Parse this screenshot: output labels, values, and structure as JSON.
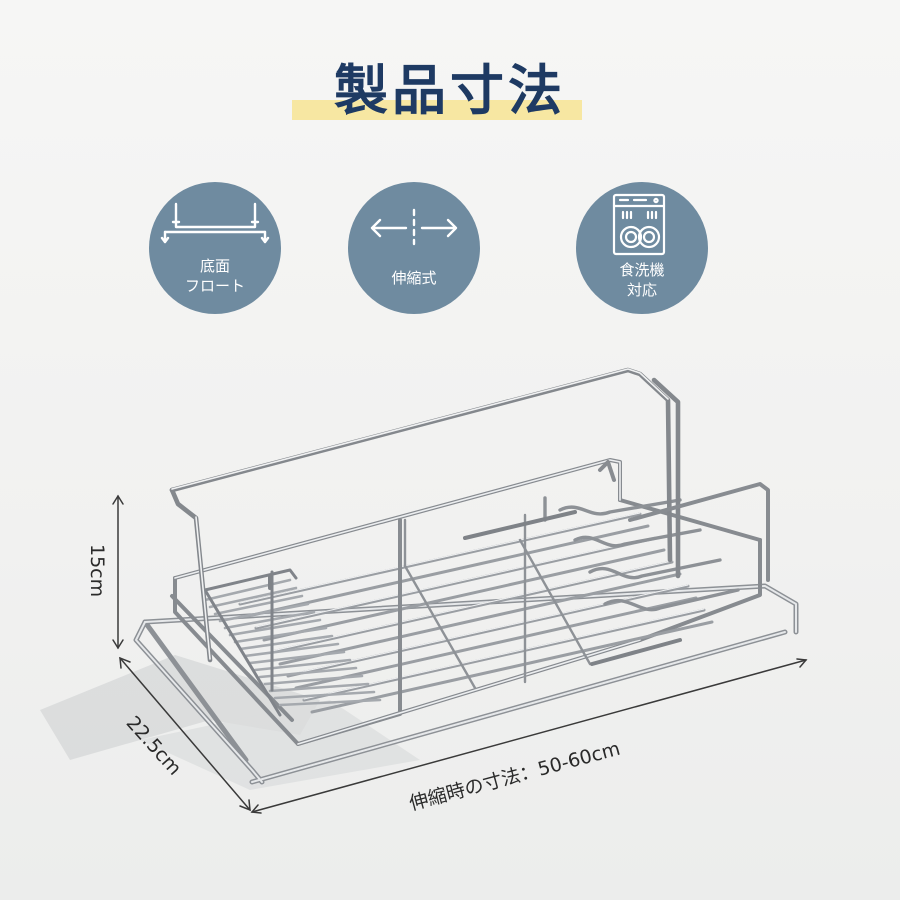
{
  "title": "製品寸法",
  "features": [
    {
      "icon": "floating-base-icon",
      "line1": "底面",
      "line2": "フロート"
    },
    {
      "icon": "telescopic-arrows-icon",
      "line1": "伸縮式",
      "line2": ""
    },
    {
      "icon": "dishwasher-icon",
      "line1": "食洗機",
      "line2": "対応"
    }
  ],
  "dimensions": {
    "height": "15cm",
    "depth": "22.5cm",
    "width": "伸縮時の寸法：50-60cm"
  },
  "colors": {
    "title": "#1e3a63",
    "highlight": "#f7e7a2",
    "badge": "#6f8ba0"
  }
}
